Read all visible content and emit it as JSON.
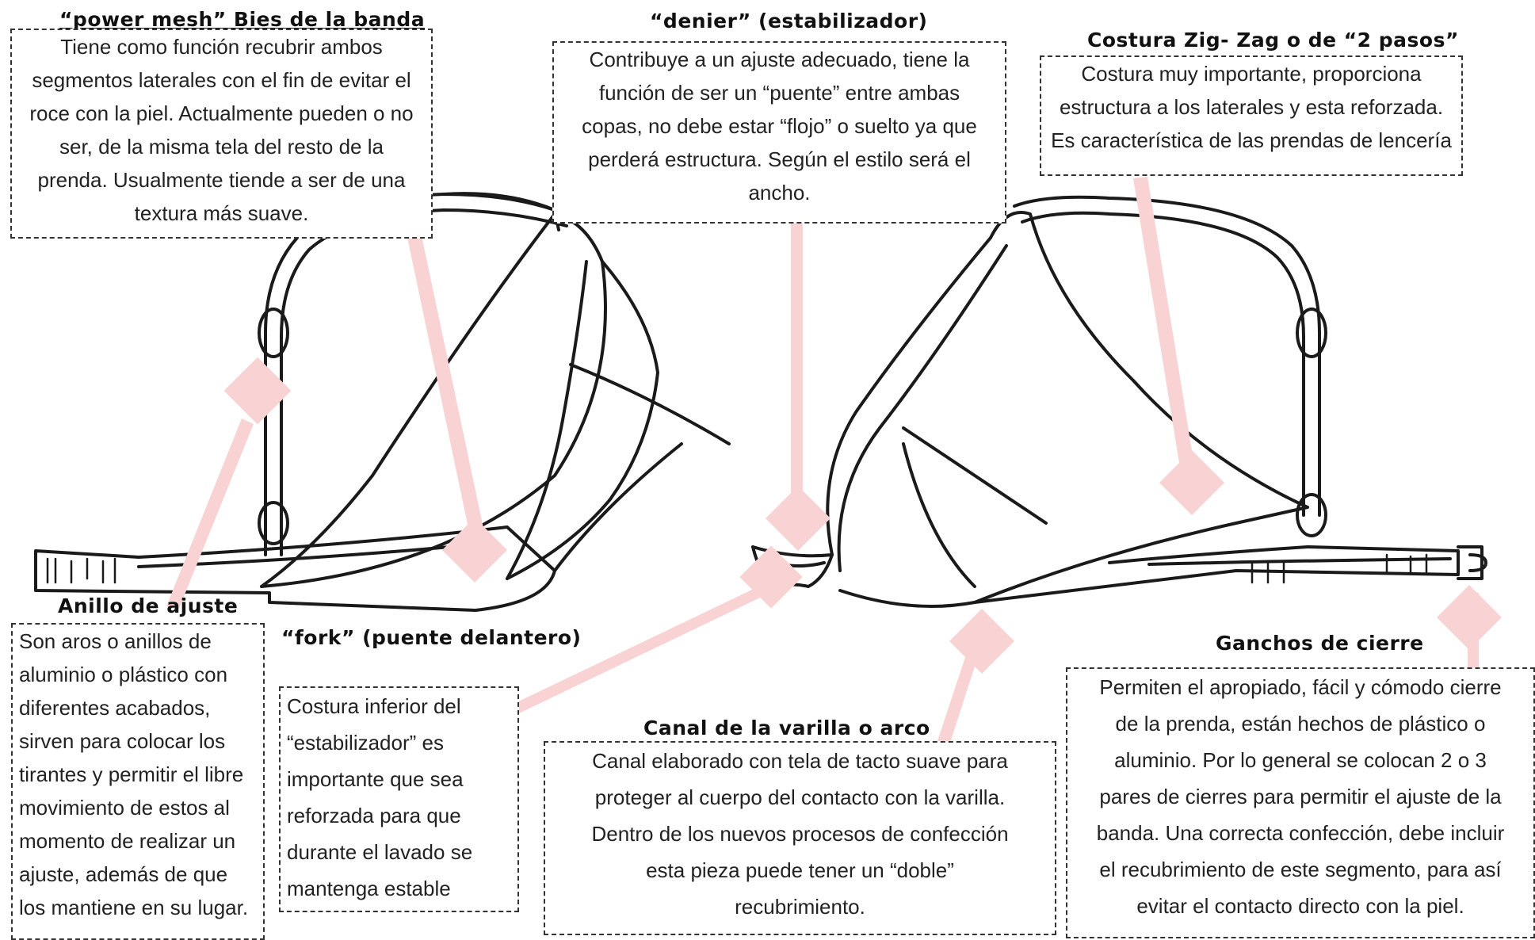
{
  "colors": {
    "connector": "#f9d3d3",
    "ink": "#1a1a1a",
    "border": "#333333"
  },
  "labels": {
    "power_mesh": {
      "title": "“power mesh” Bies de la banda",
      "lines": [
        "Tiene como función recubrir ambos",
        "segmentos laterales con el fin de evitar el",
        "roce con la piel. Actualmente pueden o no",
        "ser, de la misma tela del resto de la",
        "prenda. Usualmente tiende a ser de una",
        "textura más suave."
      ]
    },
    "denier": {
      "title": "“denier” (estabilizador)",
      "lines": [
        "Contribuye a un ajuste adecuado, tiene la",
        "función de ser un “puente” entre ambas",
        "copas, no debe estar “flojo” o suelto ya que",
        "perderá estructura. Según el estilo será el",
        "ancho."
      ]
    },
    "zigzag": {
      "title": "Costura Zig- Zag o de “2 pasos”",
      "lines": [
        "Costura muy importante, proporciona",
        "estructura a los laterales y esta reforzada.",
        "Es característica de las prendas de lencería"
      ]
    },
    "anillo": {
      "title": "Anillo de ajuste",
      "lines": [
        "Son aros o anillos de",
        "aluminio o plástico con",
        "diferentes acabados,",
        "sirven para colocar los",
        "tirantes y permitir el libre",
        "movimiento de estos al",
        "momento de realizar un",
        "ajuste, además de que",
        "los mantiene en su lugar."
      ]
    },
    "fork": {
      "title": "“fork” (puente delantero)",
      "lines": [
        "Costura inferior del",
        "“estabilizador” es",
        "importante que sea",
        "reforzada para que",
        "durante el lavado se",
        "mantenga estable"
      ]
    },
    "canal": {
      "title": "Canal de la varilla o arco",
      "lines": [
        "Canal elaborado con tela de tacto suave para",
        "proteger al cuerpo del contacto con la varilla.",
        "Dentro de los nuevos procesos de confección",
        "esta pieza puede tener un “doble”",
        "recubrimiento."
      ]
    },
    "ganchos": {
      "title": "Ganchos de cierre",
      "lines": [
        "Permiten el apropiado, fácil y cómodo cierre",
        "de la prenda, están hechos de plástico o",
        "aluminio. Por lo general se colocan 2 o 3",
        "pares de cierres para permitir el ajuste de la",
        "banda. Una correcta confección, debe incluir",
        "el recubrimiento de este segmento, para así",
        "evitar el contacto directo con la piel."
      ]
    }
  }
}
